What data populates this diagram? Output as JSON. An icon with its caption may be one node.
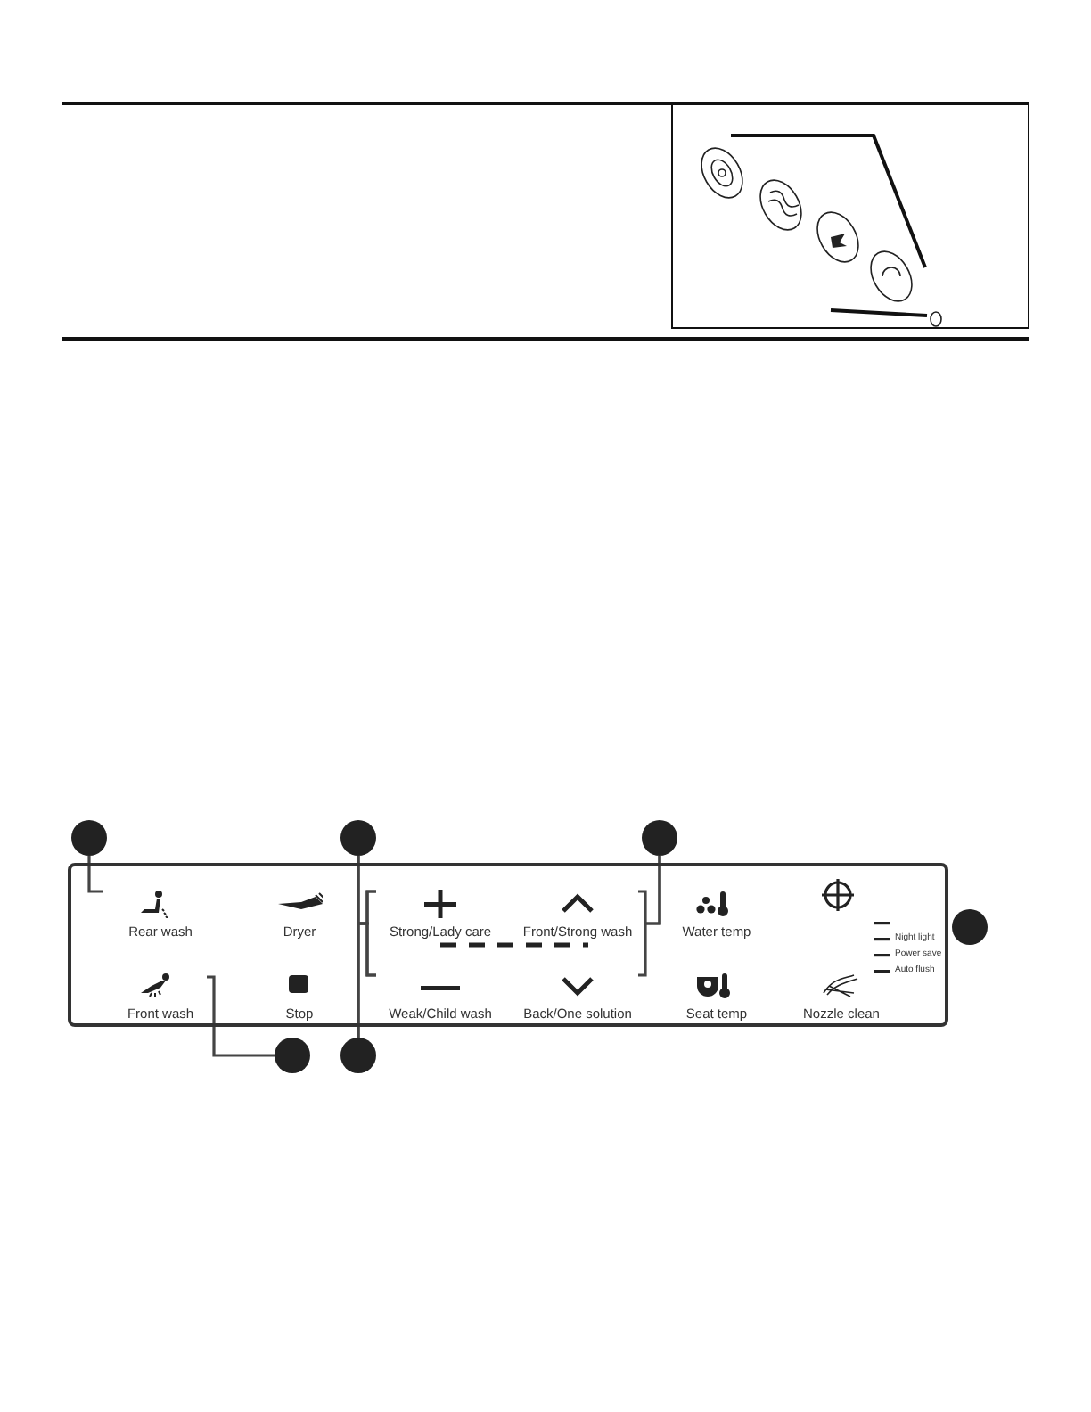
{
  "diagram": {
    "nodes": [
      {
        "text": [],
        "shape": "circle"
      },
      {
        "text": [],
        "shape": "circle"
      },
      {
        "text": [],
        "shape": "circle"
      },
      {
        "text": [],
        "shape": "circle"
      },
      {
        "text": [],
        "shape": "circle"
      },
      {
        "text": [],
        "shape": "circle"
      },
      {
        "text": [],
        "shape": "box"
      },
      {
        "text": [
          "Rear wash"
        ],
        "in": 6
      },
      {
        "text": [
          "Dryer"
        ],
        "in": 6
      },
      {
        "text": [
          "Strong/Lady care"
        ],
        "in": 6
      },
      {
        "text": [
          "Front/Strong wash"
        ],
        "in": 6
      },
      {
        "text": [
          "Water temp"
        ],
        "in": 6
      },
      {
        "text": [
          "Front wash"
        ],
        "in": 6
      },
      {
        "text": [
          "Stop"
        ],
        "in": 6
      },
      {
        "text": [
          "Weak/Child wash"
        ],
        "in": 6
      },
      {
        "text": [
          "Back/One solution"
        ],
        "in": 6
      },
      {
        "text": [
          "Seat temp"
        ],
        "in": 6
      },
      {
        "text": [
          "Nozzle clean"
        ],
        "in": 6
      }
    ],
    "edges": [
      {
        "from": 0,
        "to": 7,
        "arrow": "none"
      },
      {
        "from": 1,
        "to": 9,
        "arrow": "none"
      },
      {
        "from": 1,
        "to": 14,
        "arrow": "none"
      },
      {
        "from": 5,
        "to": 9,
        "arrow": "none"
      },
      {
        "from": 5,
        "to": 14,
        "arrow": "none"
      },
      {
        "from": 2,
        "to": 10,
        "arrow": "none"
      },
      {
        "from": 2,
        "to": 15,
        "arrow": "none"
      },
      {
        "from": 4,
        "to": 12,
        "arrow": "none"
      }
    ],
    "labels": [
      "Night light",
      "Power save",
      "Auto flush"
    ]
  }
}
